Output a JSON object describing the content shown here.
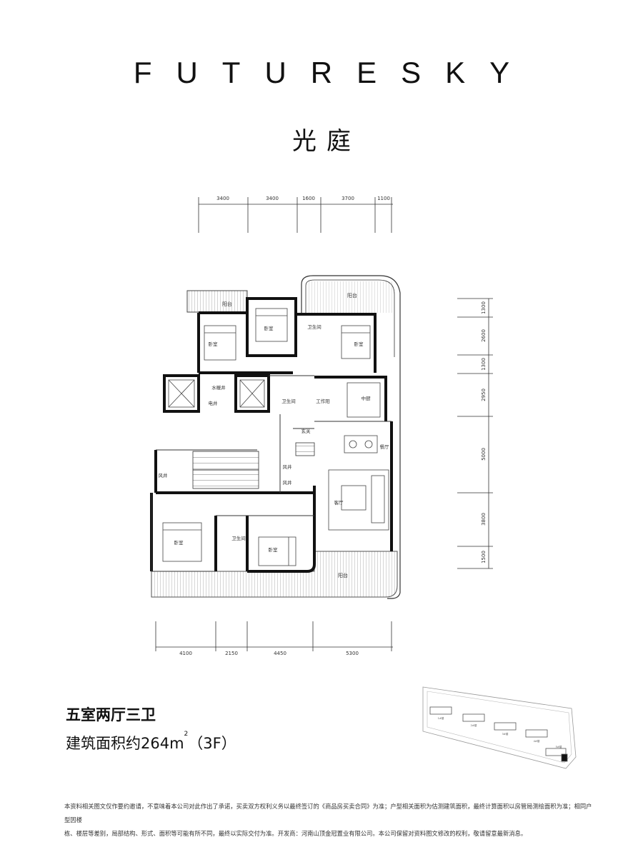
{
  "header": {
    "brand": "FUTURESKY",
    "project": "光庭"
  },
  "plan": {
    "top_dims": [
      "3400",
      "3400",
      "1600",
      "3700",
      "1100"
    ],
    "bottom_dims": [
      "4100",
      "2150",
      "4450",
      "5300"
    ],
    "right_dims": [
      "1300",
      "2600",
      "1300",
      "2950",
      "5000",
      "3800",
      "1500"
    ],
    "rooms": {
      "balcony_nw": "阳台",
      "balcony_ne": "阳台",
      "balcony_s": "阳台",
      "bedroom_1": "卧室",
      "bedroom_2": "卧室",
      "bedroom_3": "卧室",
      "bedroom_4": "卧室",
      "bedroom_5": "卧室",
      "bath_n": "卫生间",
      "bath_mid": "卫生间",
      "bath_s": "卫生间",
      "water_shaft": "水暖井",
      "elec_shaft": "电井",
      "work_balcony": "工作阳",
      "kitchen": "中厨",
      "entrance": "玄关",
      "dining": "餐厅",
      "living": "客厅",
      "air_shaft_1": "风井",
      "air_shaft_2": "风井",
      "air_shaft_3": "风井"
    }
  },
  "info": {
    "unit_type": "五室两厅三卫",
    "area_prefix": "建筑面积约264m",
    "area_sup": "2",
    "area_suffix": "（3F）"
  },
  "keymap": {
    "labels": [
      "1#楼",
      "2#楼",
      "3#楼",
      "4#楼",
      "5#楼"
    ]
  },
  "disclaimer": {
    "line1": "本资料相关图文仅作要约邀请，不意味着本公司对此作出了承诺，买卖双方权利义务以最终签订的《商品房买卖合同》为准；户型相关面积为估测建筑面积，最终计算面积以房管局测绘面积为准；相同户型因楼",
    "line2": "栋、楼层等差别，局部结构、形式、面积等可能有所不同，最终以实际交付为准。开发商：河南山顶金冠置业有限公司。本公司保留对资料图文修改的权利，敬请留意最新消息。"
  }
}
